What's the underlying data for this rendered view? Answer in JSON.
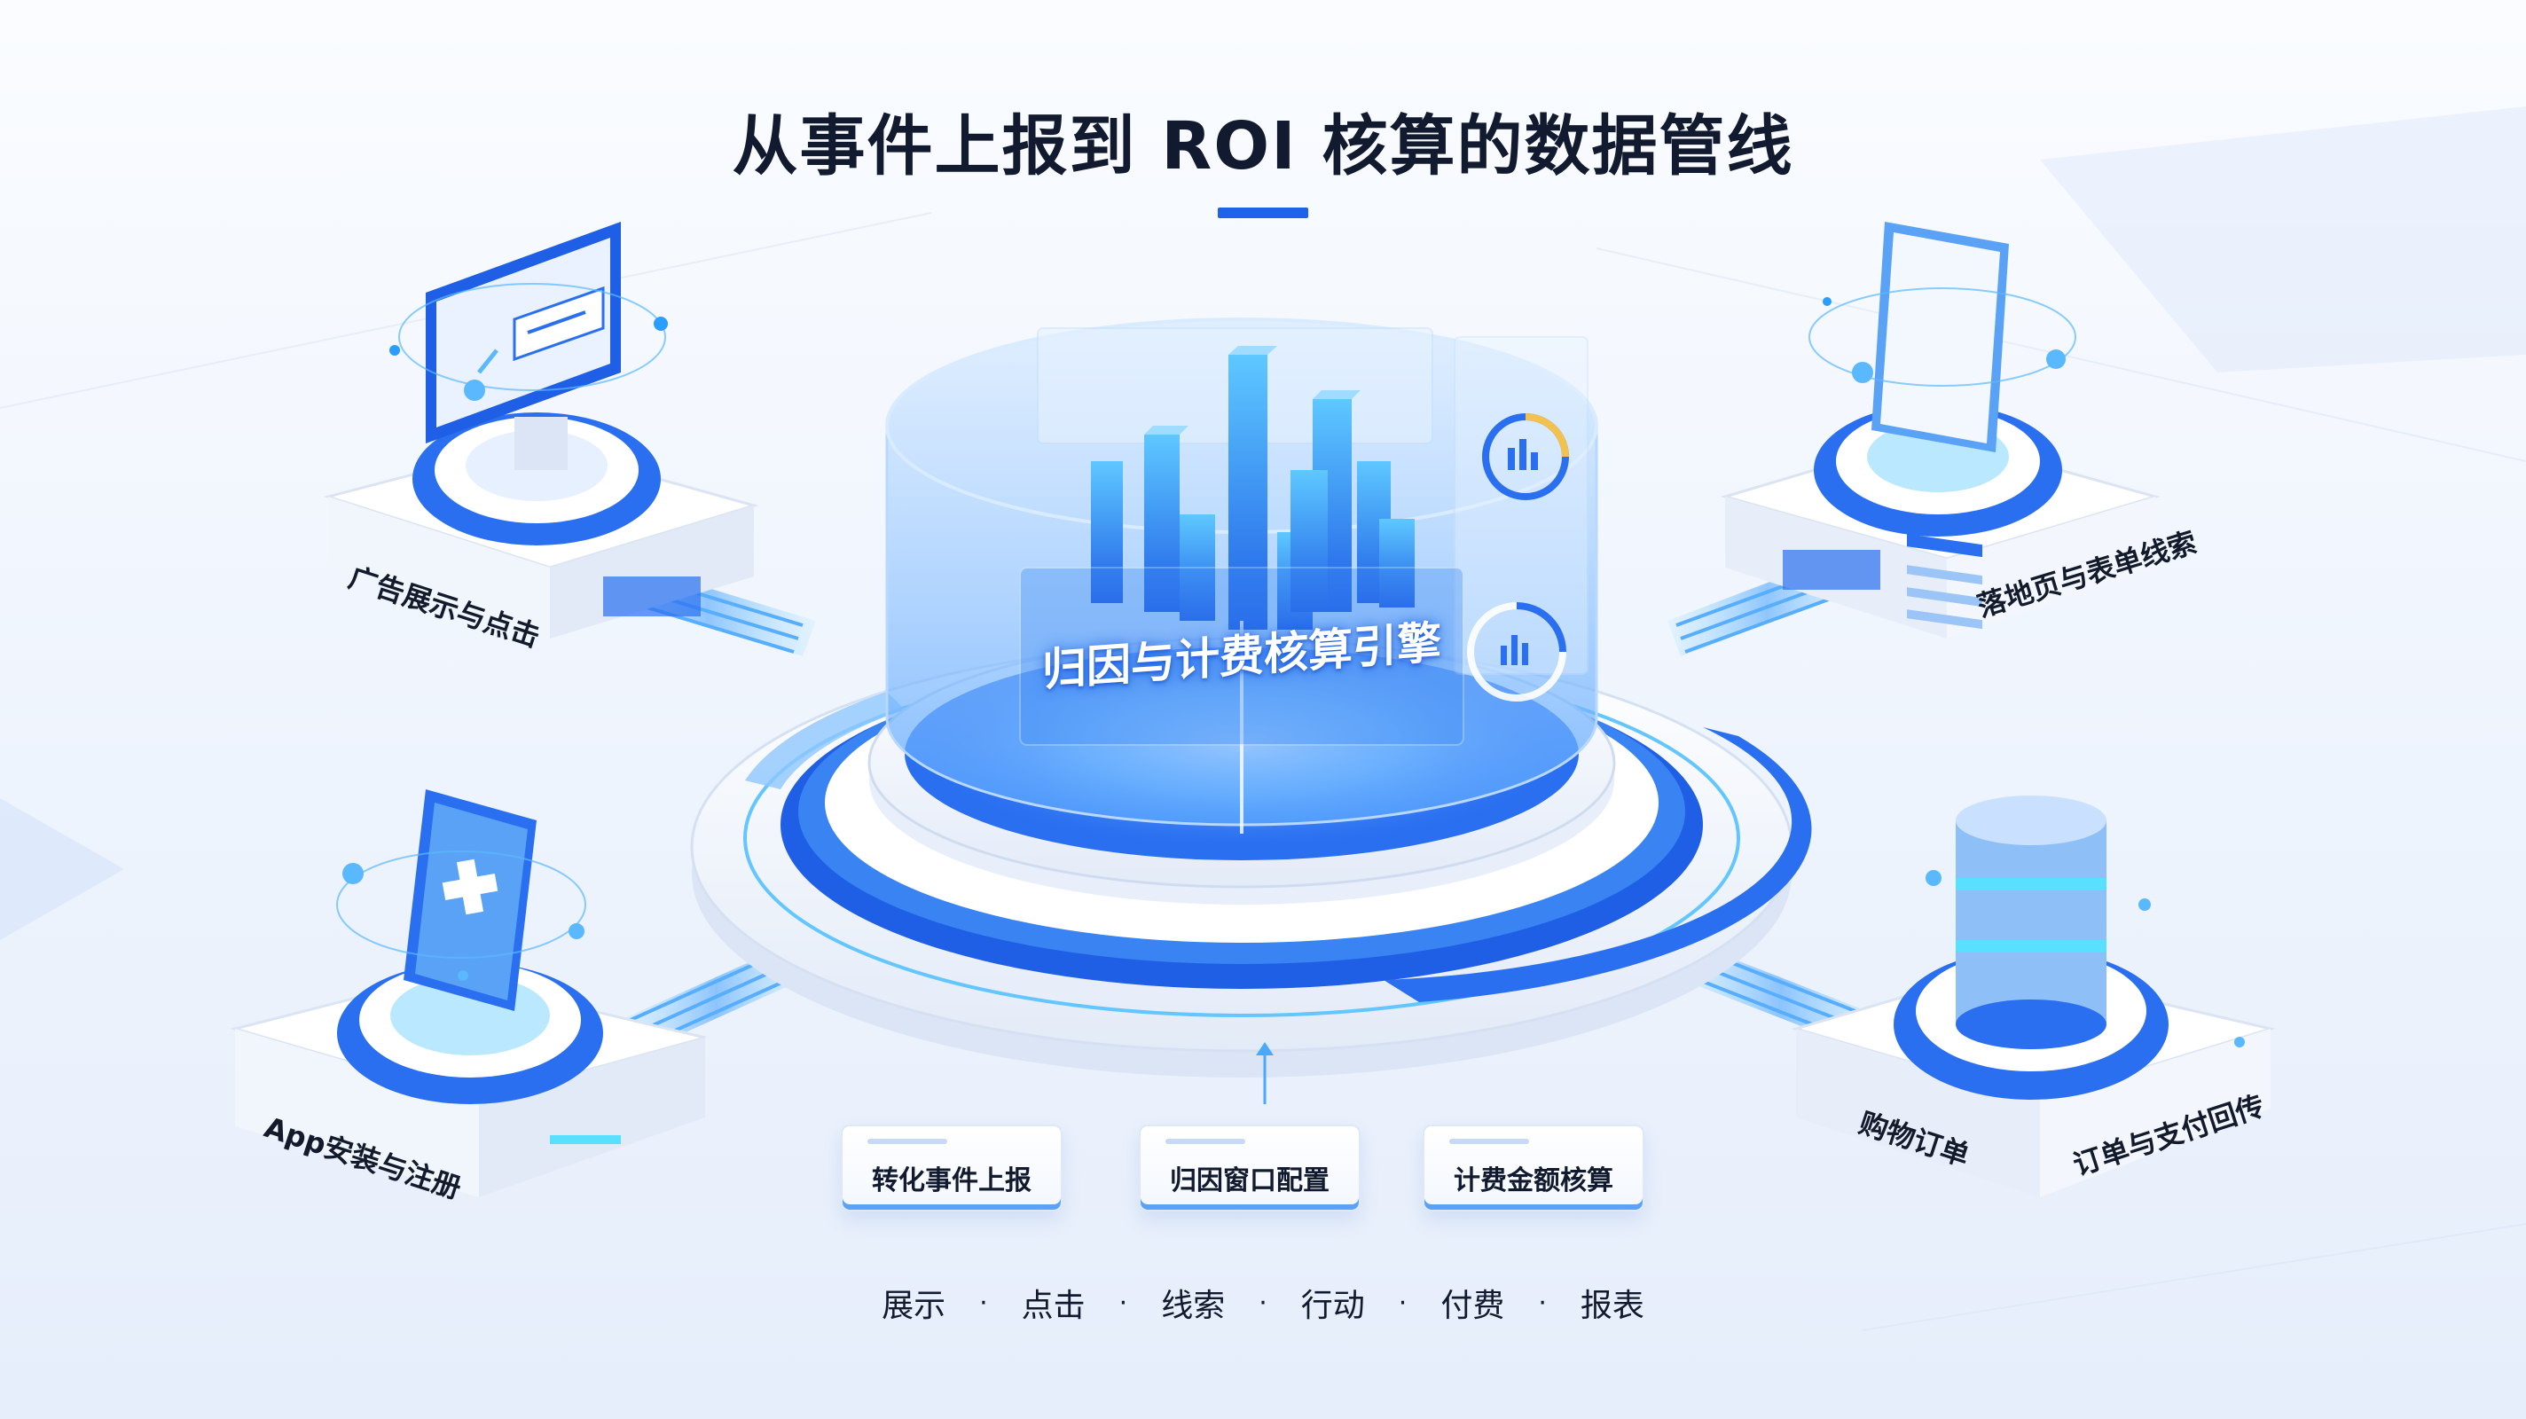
{
  "title": "从事件上报到 ROI 核算的数据管线",
  "engine": {
    "label": "归因与计费核算引擎"
  },
  "nodes": {
    "ad_display_click": "广告展示与点击",
    "app_install_register": "App安装与注册",
    "landing_form_leads": "落地页与表单线索",
    "shopping_order": "购物订单",
    "order_payment_callback": "订单与支付回传"
  },
  "cards": [
    {
      "label": "转化事件上报"
    },
    {
      "label": "归因窗口配置"
    },
    {
      "label": "计费金额核算"
    }
  ],
  "stages": [
    "展示",
    "点击",
    "线索",
    "行动",
    "付费",
    "报表"
  ],
  "colors": {
    "accent": "#1e63e9",
    "glow": "#4aa8ff",
    "platform_white": "#ffffff",
    "title_text": "#111a2e"
  },
  "icons": [
    "monitor-icon",
    "phone-plus-icon",
    "phone-form-icon",
    "database-icon",
    "bar-chart-icon",
    "gauge-icon",
    "arrow-up-icon"
  ]
}
